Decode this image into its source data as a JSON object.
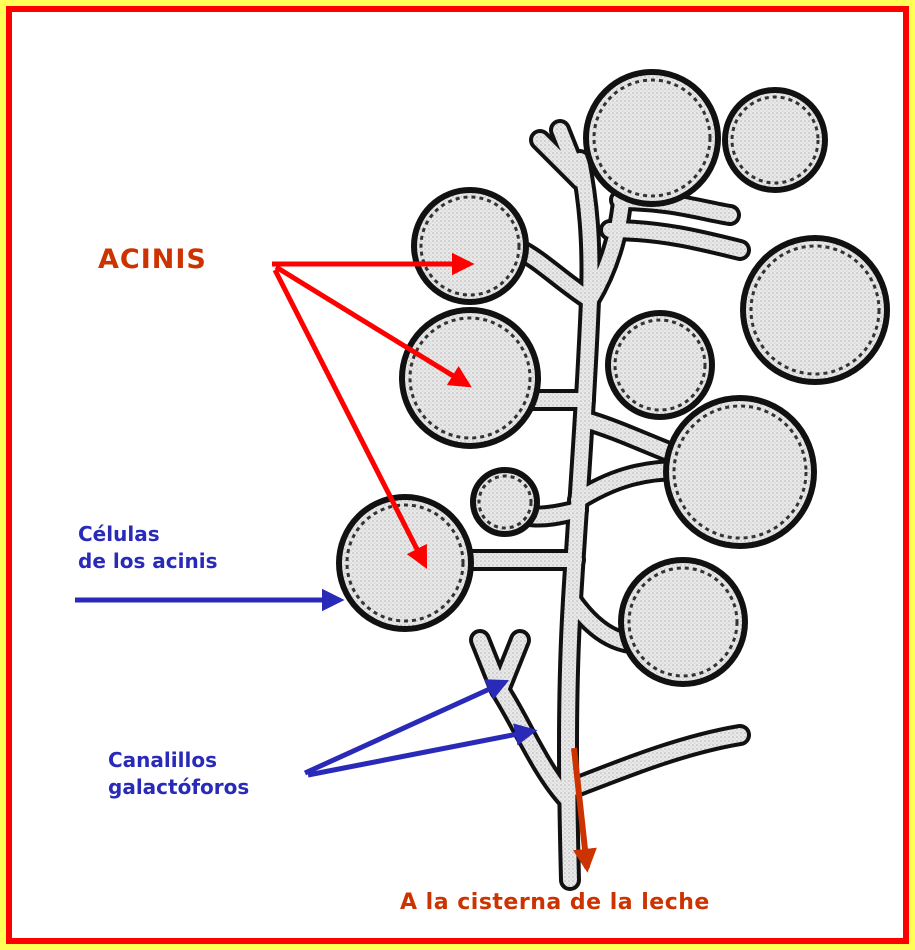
{
  "labels": {
    "acinis": "ACINIS",
    "celulas_line1": "Células",
    "celulas_line2": "de los acinis",
    "canalillos_line1": "Canalillos",
    "canalillos_line2": "galactóforos",
    "cisterna": "A la cisterna de la leche"
  },
  "colors": {
    "background": "#ffff55",
    "frame": "#ff0000",
    "red_arrow": "#ff0000",
    "brown": "#cc3300",
    "blue": "#2a2ab8",
    "duct_ink": "#111111",
    "alveolus_fill": "#e6e6e6"
  }
}
